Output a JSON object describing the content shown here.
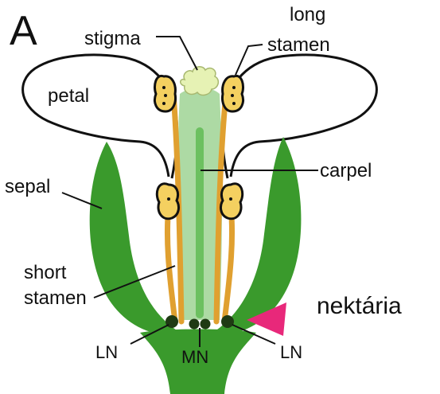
{
  "panel_letter": "A",
  "labels": {
    "stigma": "stigma",
    "long_stamen_line1": "long",
    "long_stamen_line2": "stamen",
    "petal": "petal",
    "sepal": "sepal",
    "carpel": "carpel",
    "short_stamen_line1": "short",
    "short_stamen_line2": "stamen",
    "nectary_left": "LN",
    "nectary_median": "MN",
    "nectary_right": "LN",
    "nectary_annotation": "nektária"
  },
  "colors": {
    "sepal_green": "#3a9a2c",
    "carpel_green": "#9fd494",
    "stamen_orange": "#e0a030",
    "anther_yellow": "#f4d060",
    "stigma_pale": "#e6f2b4",
    "nectary_dark": "#1f3a14",
    "arrow_magenta": "#e8287a"
  }
}
